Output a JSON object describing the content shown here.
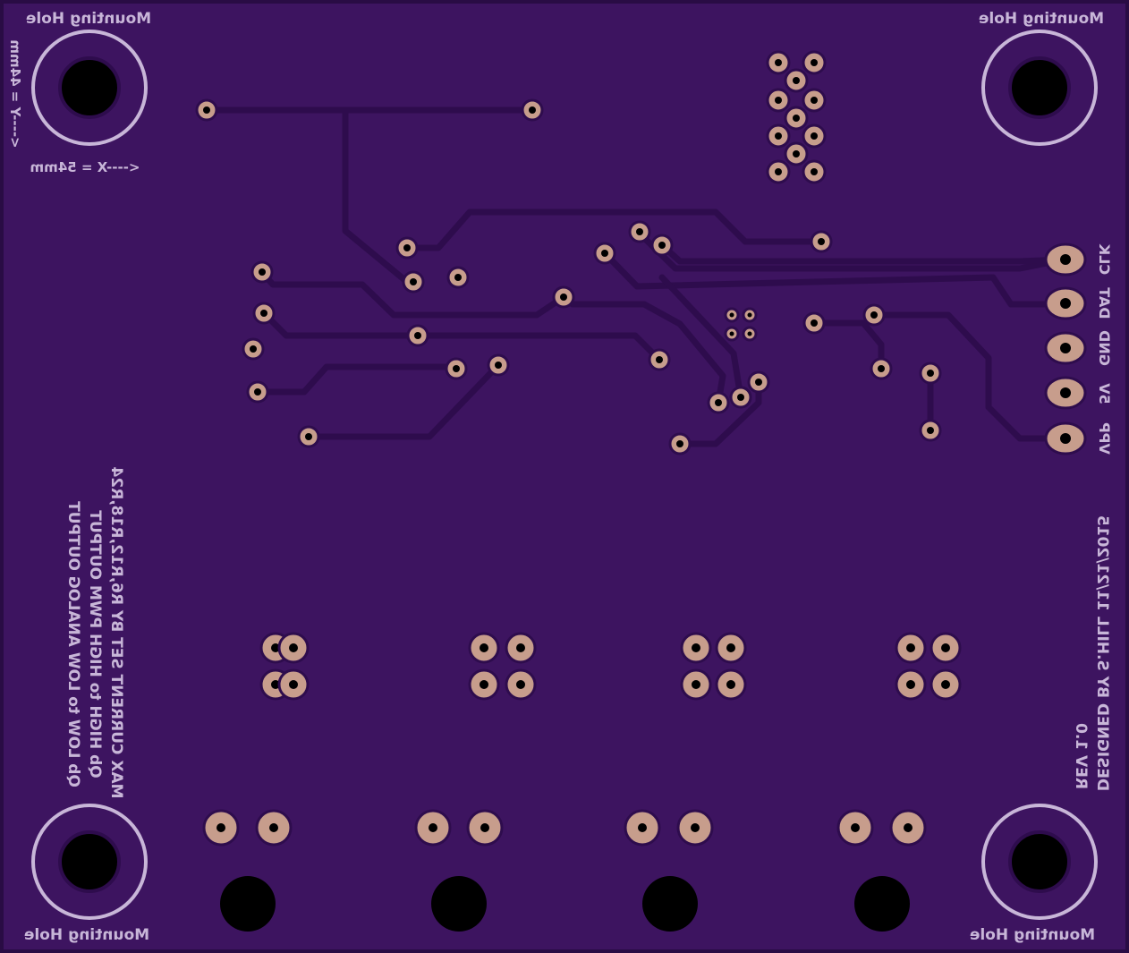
{
  "board": {
    "colors": {
      "substrate": "#3d1460",
      "edge": "#290c44",
      "trace": "#2e0c4d",
      "pad_copper": "#c79d8c",
      "drill": "#000000",
      "silkscreen": "#c8b6d8"
    }
  },
  "labels": {
    "mounting_hole": "Mounting Hole",
    "dim_y": "<----Y = 44mm",
    "dim_x": "<----X = 54mm",
    "pin_vpp": "VPP",
    "pin_5v": "5V",
    "pin_gnd": "GND",
    "pin_dat": "DAT",
    "pin_clk": "CLK",
    "note_line1": "MAX CURRENT SET BY R6,R12,R18,R24",
    "note_line2": "Qb HIGH to HIGH PWM OUTPUT",
    "note_line3": "Qb LOW to LOW ANALOG OUTPUT",
    "rev": "REV 1.0",
    "designed_by": "DESIGNED BY S.HILL 11/21/2015"
  }
}
